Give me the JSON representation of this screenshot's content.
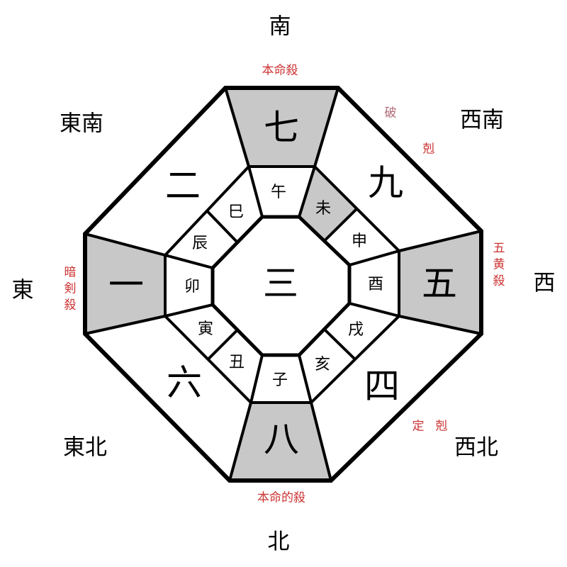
{
  "directions": {
    "south": "南",
    "north": "北",
    "east": "東",
    "west": "西",
    "southeast": "東南",
    "southwest": "西南",
    "northeast": "東北",
    "northwest": "西北"
  },
  "annotations": {
    "top": "本命殺",
    "southwest_1": "破",
    "southwest_2": "剋",
    "east": "暗剣殺",
    "west": "五黄殺",
    "northwest_1": "定",
    "northwest_2": "剋",
    "bottom": "本命的殺"
  },
  "stars": {
    "south": "七",
    "southwest": "九",
    "west": "五",
    "northwest": "四",
    "north": "八",
    "northeast": "六",
    "east": "一",
    "southeast": "二",
    "center": "三"
  },
  "zodiac": [
    "午",
    "未",
    "申",
    "酉",
    "戌",
    "亥",
    "子",
    "丑",
    "寅",
    "卯",
    "辰",
    "巳"
  ],
  "colors": {
    "highlight": "#c8c8c8",
    "annotation": "#cc3333",
    "line": "#000000"
  }
}
